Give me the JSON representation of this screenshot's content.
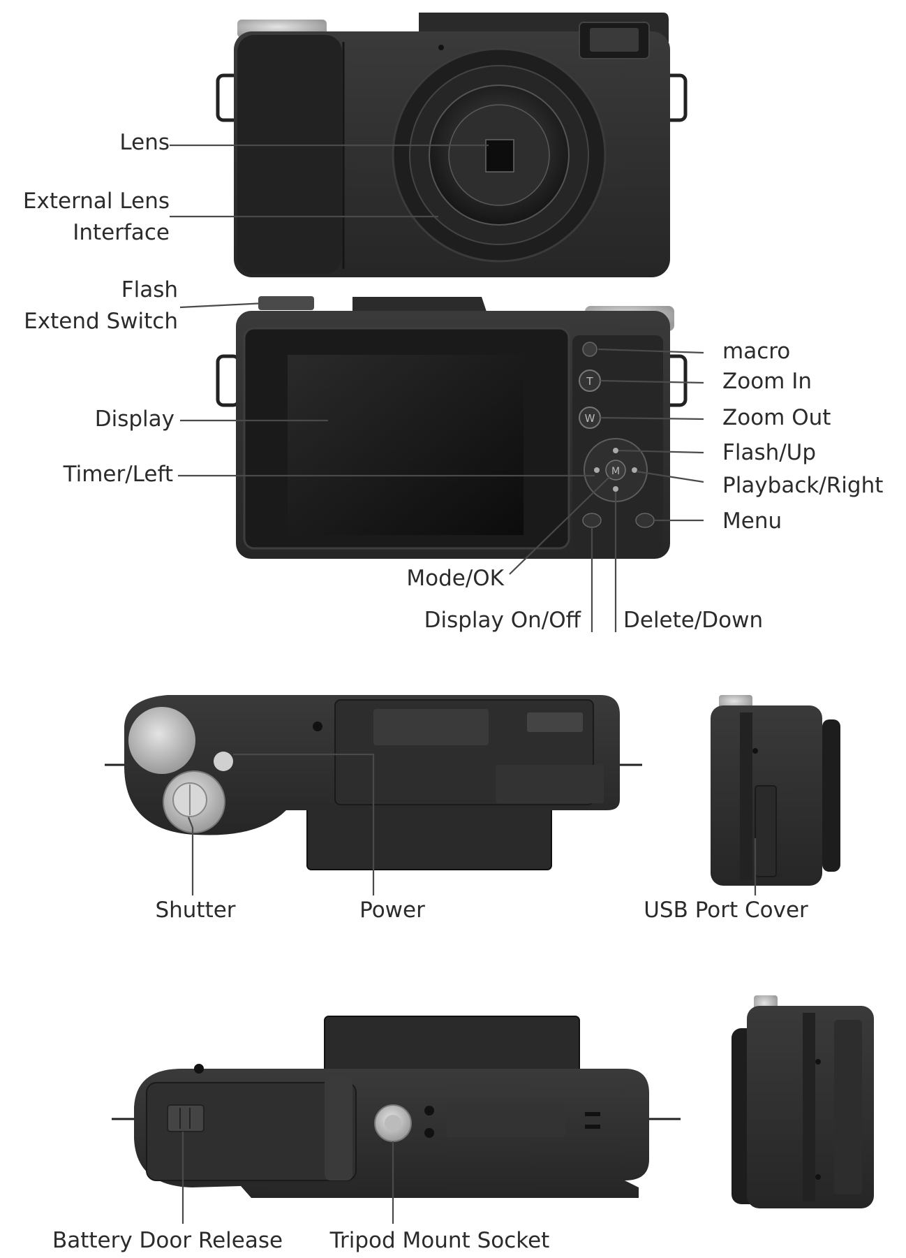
{
  "labels": {
    "lens": "Lens",
    "external_lens_line1": "External Lens",
    "external_lens_line2": "Interface",
    "flash_switch_line1": "Flash",
    "flash_switch_line2": "Extend Switch",
    "display": "Display",
    "timer_left": "Timer/Left",
    "macro": "macro",
    "zoom_in": "Zoom In",
    "zoom_out": "Zoom Out",
    "flash_up": "Flash/Up",
    "playback_right": "Playback/Right",
    "menu": "Menu",
    "mode_ok": "Mode/OK",
    "display_on_off": "Display On/Off",
    "delete_down": "Delete/Down",
    "shutter": "Shutter",
    "power": "Power",
    "usb_port_cover": "USB Port Cover",
    "battery_door_release": "Battery Door Release",
    "tripod_mount_socket": "Tripod Mount Socket"
  },
  "buttons": {
    "zoom_in_glyph": "T",
    "zoom_out_glyph": "W",
    "mode_ok_glyph": "M"
  },
  "colors": {
    "body": "#2e2e2e",
    "body_dark": "#1c1c1c",
    "lens_ring": "#242424",
    "screen": "#141414",
    "dial": "#c9c9c9",
    "leader": "#4a4a4a",
    "text": "#2b2b2b"
  }
}
